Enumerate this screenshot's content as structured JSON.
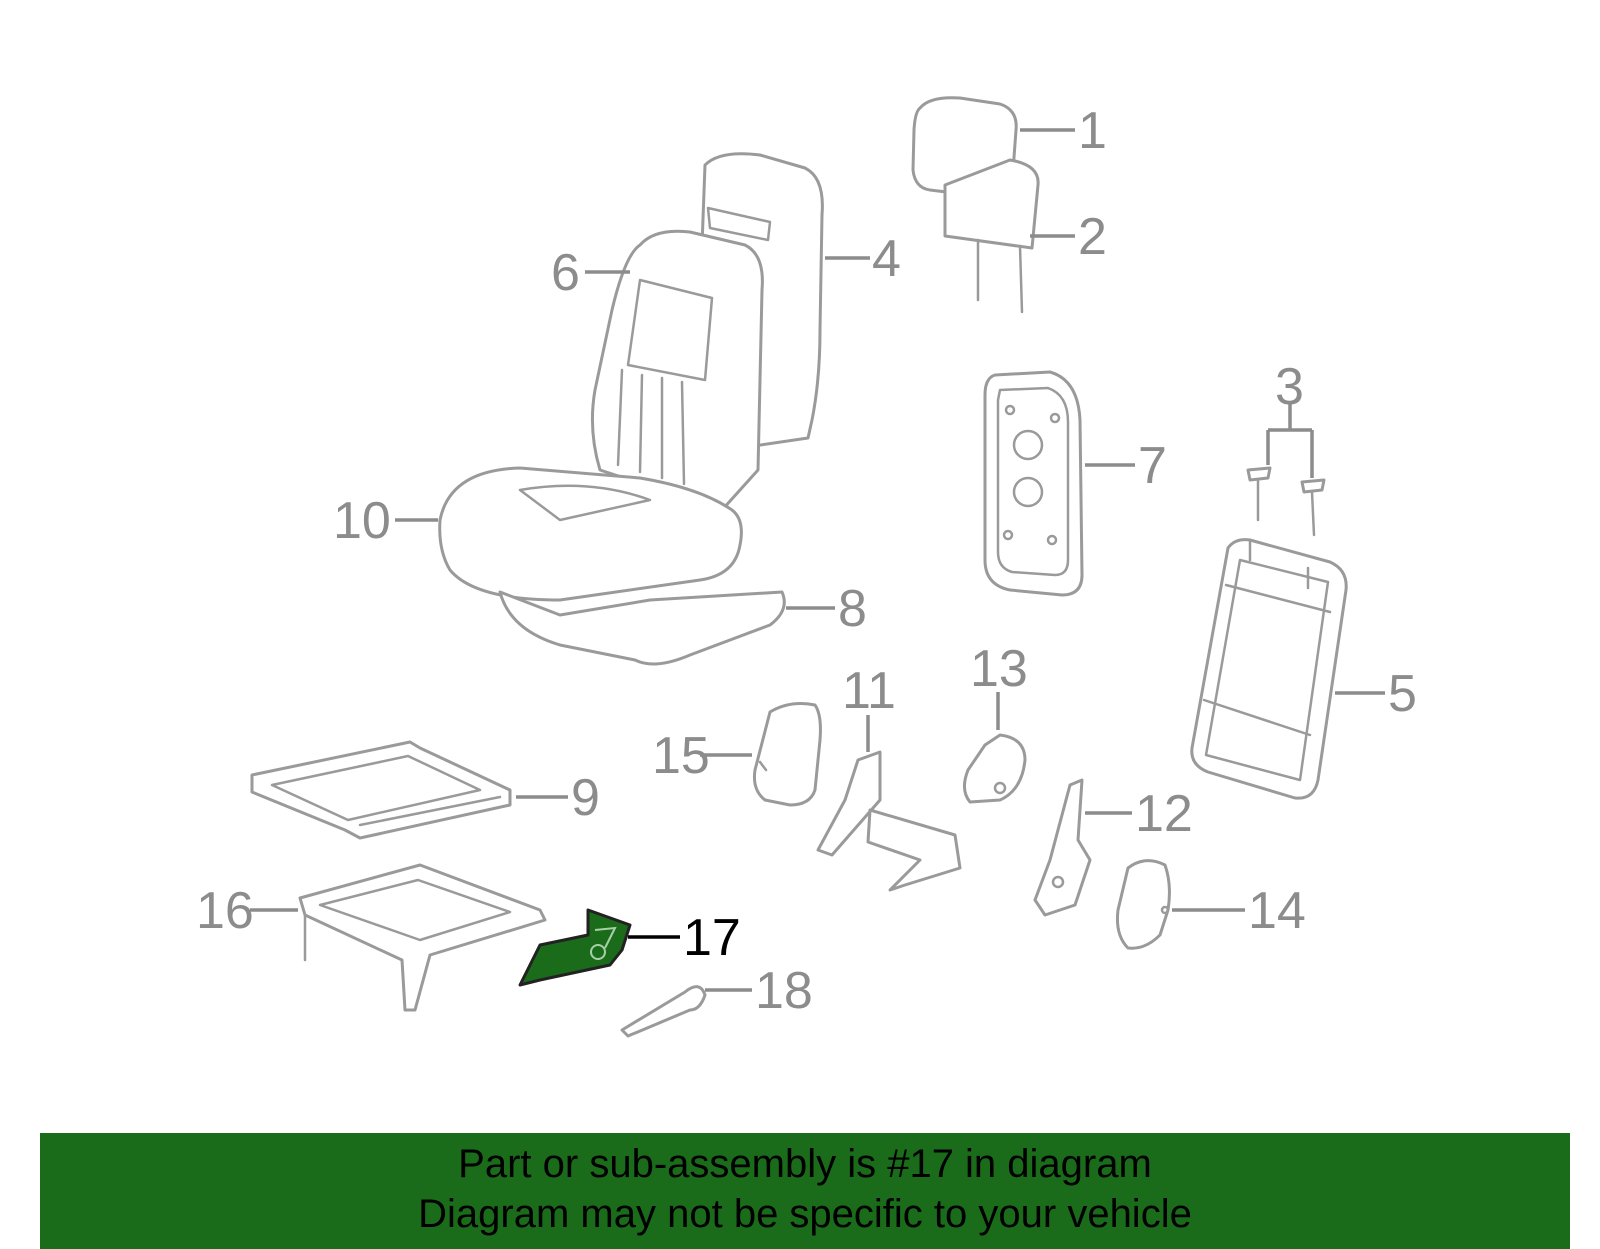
{
  "diagram": {
    "highlight_part": "17",
    "colors": {
      "highlight": "#1a6b1a",
      "part_stroke": "#9a9a9a",
      "label": "#8c8c8c"
    },
    "callouts": [
      {
        "id": "c1",
        "label": "1"
      },
      {
        "id": "c2",
        "label": "2"
      },
      {
        "id": "c3",
        "label": "3"
      },
      {
        "id": "c4",
        "label": "4"
      },
      {
        "id": "c5",
        "label": "5"
      },
      {
        "id": "c6",
        "label": "6"
      },
      {
        "id": "c7",
        "label": "7"
      },
      {
        "id": "c8",
        "label": "8"
      },
      {
        "id": "c9",
        "label": "9"
      },
      {
        "id": "c10",
        "label": "10"
      },
      {
        "id": "c11",
        "label": "11"
      },
      {
        "id": "c12",
        "label": "12"
      },
      {
        "id": "c13",
        "label": "13"
      },
      {
        "id": "c14",
        "label": "14"
      },
      {
        "id": "c15",
        "label": "15"
      },
      {
        "id": "c16",
        "label": "16"
      },
      {
        "id": "c17",
        "label": "17"
      },
      {
        "id": "c18",
        "label": "18"
      }
    ]
  },
  "banner": {
    "line1": "Part or sub-assembly is #17 in diagram",
    "line2": "Diagram may not be specific to your vehicle"
  }
}
